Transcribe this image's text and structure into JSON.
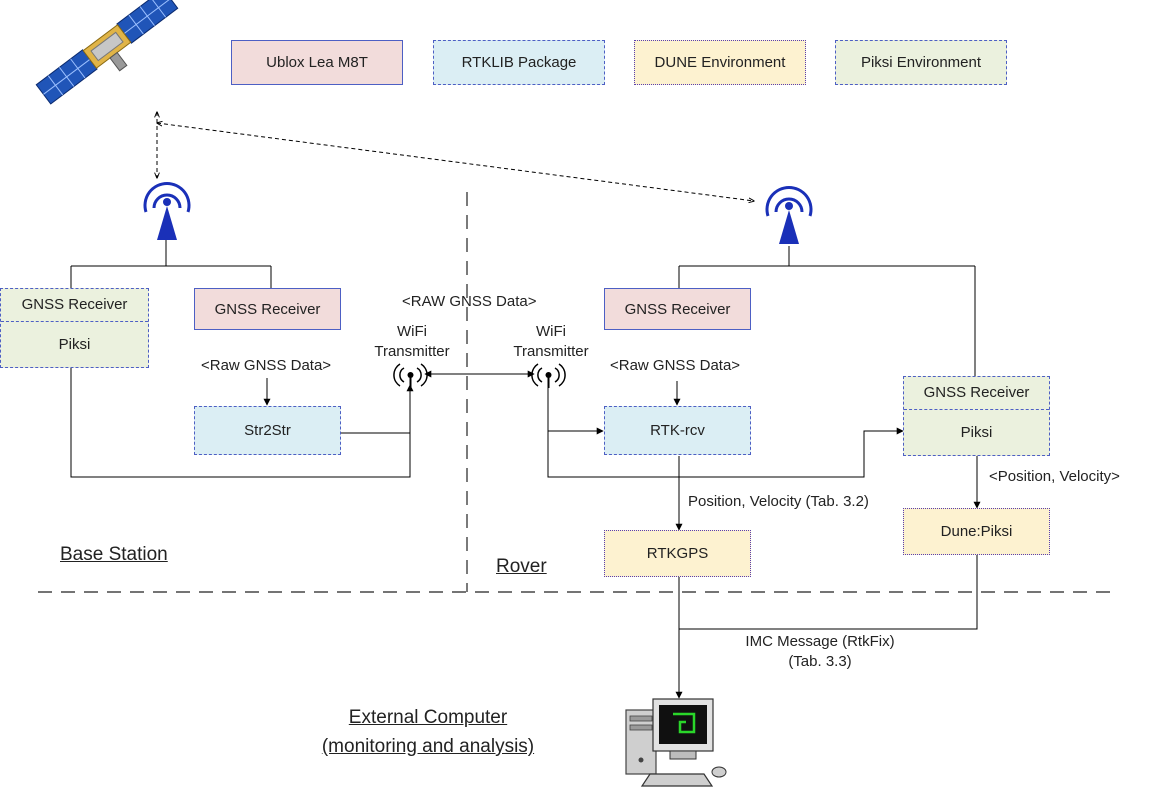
{
  "colors": {
    "ublox": "#f2dcdb",
    "rtklib": "#dbeef4",
    "dune": "#fdf2d0",
    "piksi": "#ebf1de",
    "antenna": "#1a30b8",
    "border": "#4d5fc4"
  },
  "legend": {
    "ublox": "Ublox Lea M8T",
    "rtklib": "RTKLIB Package",
    "dune": "DUNE Environment",
    "piksi": "Piksi Environment"
  },
  "base": {
    "piksi_receiver_top": "GNSS Receiver",
    "piksi_receiver_bottom": "Piksi",
    "ublox_receiver": "GNSS Receiver",
    "raw_data_label": "<Raw GNSS Data>",
    "str2str": "Str2Str",
    "wifi_label": "WiFi\nTransmitter",
    "section_label": "Base Station"
  },
  "link": {
    "raw_gnss_label": "<RAW GNSS Data>"
  },
  "rover": {
    "ublox_receiver": "GNSS Receiver",
    "raw_data_label": "<Raw GNSS Data>",
    "rtk_rcv": "RTK-rcv",
    "wifi_label": "WiFi\nTransmitter",
    "piksi_receiver_top": "GNSS Receiver",
    "piksi_receiver_bottom": "Piksi",
    "pos_vel_label": "<Position, Velocity>",
    "pos_vel_tab_label": "Position, Velocity (Tab. 3.2)",
    "rtkgps": "RTKGPS",
    "dune_piksi": "Dune:Piksi",
    "section_label": "Rover"
  },
  "external": {
    "imc_label": "IMC Message (RtkFix)\n(Tab. 3.3)",
    "section_label": "External Computer\n(monitoring and analysis)"
  },
  "icons": [
    "satellite-icon",
    "antenna-icon",
    "wifi-icon",
    "computer-icon"
  ]
}
